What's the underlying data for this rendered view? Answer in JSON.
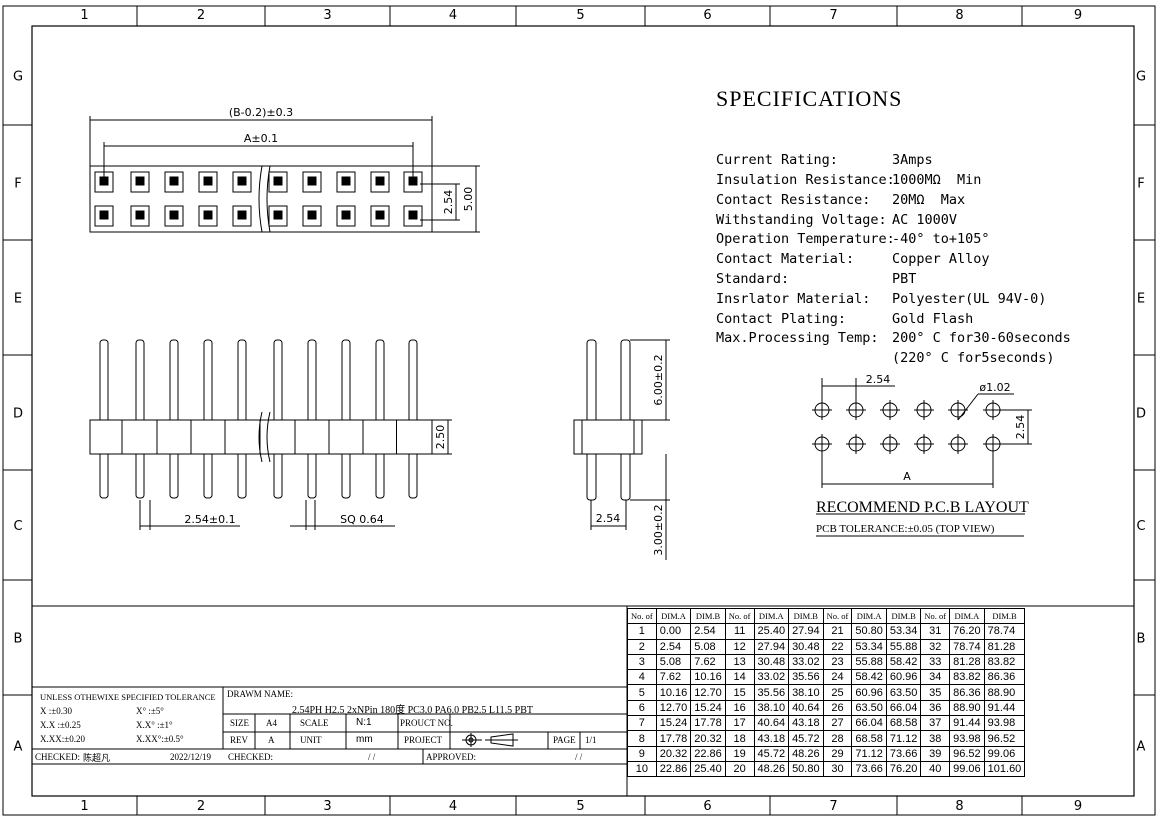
{
  "border": {
    "columns": [
      "1",
      "2",
      "3",
      "4",
      "5",
      "6",
      "7",
      "8",
      "9"
    ],
    "rows": [
      "G",
      "F",
      "E",
      "D",
      "C",
      "B",
      "A"
    ]
  },
  "specs": {
    "title": "SPECIFICATIONS",
    "items": [
      {
        "label": "Current Rating:",
        "value": "3Amps"
      },
      {
        "label": "Insulation Resistance:",
        "value": "1000MΩ  Min"
      },
      {
        "label": "Contact Resistance:",
        "value": "20MΩ  Max"
      },
      {
        "label": "Withstanding Voltage:",
        "value": "AC 1000V"
      },
      {
        "label": "Operation Temperature:",
        "value": "-40° to+105°"
      },
      {
        "label": "Contact Material:",
        "value": "Copper Alloy"
      },
      {
        "label": "Standard:",
        "value": "PBT"
      },
      {
        "label": "Insrlator Material:",
        "value": "Polyester(UL 94V-0)"
      },
      {
        "label": "Contact Plating:",
        "value": "Gold Flash"
      },
      {
        "label": "Max.Processing Temp:",
        "value": "200° C for30-60seconds"
      },
      {
        "label": "",
        "value": "(220° C for5seconds)"
      }
    ]
  },
  "dims": {
    "overall": "(B-0.2)±0.3",
    "a": "A±0.1",
    "pitch_side": "2.54",
    "width": "5.00",
    "pitch": "2.54±0.1",
    "sq": "SQ 0.64",
    "body_h": "2.50",
    "top_len": "6.00±0.2",
    "bot_len": "3.00±0.2",
    "side_pitch": "2.54"
  },
  "pcb": {
    "pitch": "2.54",
    "hole": "ø1.02",
    "row_pitch": "2.54",
    "a_label": "A",
    "title": "RECOMMEND P.C.B LAYOUT",
    "tolerance": "PCB TOLERANCE:±0.05 (TOP VIEW)"
  },
  "table": {
    "headers": [
      "No. of",
      "DIM.A",
      "DIM.B"
    ],
    "rows": [
      [
        [
          "1",
          "0.00",
          "2.54"
        ],
        [
          "11",
          "25.40",
          "27.94"
        ],
        [
          "21",
          "50.80",
          "53.34"
        ],
        [
          "31",
          "76.20",
          "78.74"
        ]
      ],
      [
        [
          "2",
          "2.54",
          "5.08"
        ],
        [
          "12",
          "27.94",
          "30.48"
        ],
        [
          "22",
          "53.34",
          "55.88"
        ],
        [
          "32",
          "78.74",
          "81.28"
        ]
      ],
      [
        [
          "3",
          "5.08",
          "7.62"
        ],
        [
          "13",
          "30.48",
          "33.02"
        ],
        [
          "23",
          "55.88",
          "58.42"
        ],
        [
          "33",
          "81.28",
          "83.82"
        ]
      ],
      [
        [
          "4",
          "7.62",
          "10.16"
        ],
        [
          "14",
          "33.02",
          "35.56"
        ],
        [
          "24",
          "58.42",
          "60.96"
        ],
        [
          "34",
          "83.82",
          "86.36"
        ]
      ],
      [
        [
          "5",
          "10.16",
          "12.70"
        ],
        [
          "15",
          "35.56",
          "38.10"
        ],
        [
          "25",
          "60.96",
          "63.50"
        ],
        [
          "35",
          "86.36",
          "88.90"
        ]
      ],
      [
        [
          "6",
          "12.70",
          "15.24"
        ],
        [
          "16",
          "38.10",
          "40.64"
        ],
        [
          "26",
          "63.50",
          "66.04"
        ],
        [
          "36",
          "88.90",
          "91.44"
        ]
      ],
      [
        [
          "7",
          "15.24",
          "17.78"
        ],
        [
          "17",
          "40.64",
          "43.18"
        ],
        [
          "27",
          "66.04",
          "68.58"
        ],
        [
          "37",
          "91.44",
          "93.98"
        ]
      ],
      [
        [
          "8",
          "17.78",
          "20.32"
        ],
        [
          "18",
          "43.18",
          "45.72"
        ],
        [
          "28",
          "68.58",
          "71.12"
        ],
        [
          "38",
          "93.98",
          "96.52"
        ]
      ],
      [
        [
          "9",
          "20.32",
          "22.86"
        ],
        [
          "19",
          "45.72",
          "48.26"
        ],
        [
          "29",
          "71.12",
          "73.66"
        ],
        [
          "39",
          "96.52",
          "99.06"
        ]
      ],
      [
        [
          "10",
          "22.86",
          "25.40"
        ],
        [
          "20",
          "48.26",
          "50.80"
        ],
        [
          "30",
          "73.66",
          "76.20"
        ],
        [
          "40",
          "99.06",
          "101.60"
        ]
      ]
    ]
  },
  "titleblock": {
    "tol_head": "UNLESS OTHEWIXE SPECIFIED TOLERANCE",
    "tol1a": "X   :±0.30",
    "tol1b": "X°   :±5°",
    "tol2a": "X.X :±0.25",
    "tol2b": "X.X° :±1°",
    "tol3a": "X.XX:±0.20",
    "tol3b": "X.XX°:±0.5°",
    "drawn_label": "DRAWM NAME:",
    "drawn_value": "2.54PH H2.5 2xNPin 180度 PC3.0 PA6.0 PB2.5 L11.5 PBT",
    "size_label": "SIZE",
    "size_value": "A4",
    "scale_label": "SCALE",
    "scale_value": "N:1",
    "product_label": "PROUCT NO.",
    "rev_label": "REV",
    "rev_value": "A",
    "unit_label": "UNIT",
    "unit_value": "mm",
    "project_label": "PROJECT",
    "page_label": "PAGE",
    "page_value": "1/1",
    "checked_label": "CHECKED:",
    "checked_name": "陈超凡",
    "date": "2022/12/19",
    "checked2_label": "CHECKED:",
    "date_blank1": "/   /",
    "approved_label": "APPROVED:",
    "date_blank2": "/   /"
  }
}
